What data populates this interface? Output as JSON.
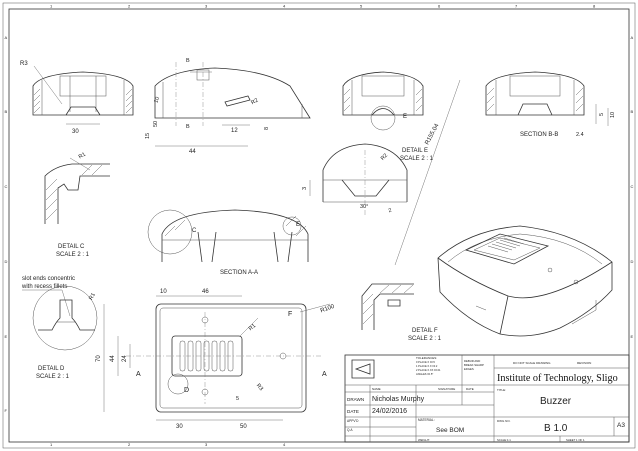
{
  "border": {
    "col_labels": [
      "1",
      "2",
      "3",
      "4",
      "5",
      "6",
      "7",
      "8"
    ],
    "row_labels": [
      "A",
      "B",
      "C",
      "D",
      "E",
      "F"
    ]
  },
  "views": {
    "view1": {
      "dims": [
        "R3",
        "30"
      ]
    },
    "view2": {
      "dims": [
        "B",
        "B",
        "R2",
        "10",
        "12",
        "44",
        "15",
        "50",
        "8"
      ]
    },
    "view3": {
      "dims": [
        "E"
      ]
    },
    "view4": {
      "label": "SECTION B-B",
      "dims": [
        "5",
        "2.4",
        "10"
      ]
    },
    "radius_callout": "R155.04",
    "detail_c": {
      "title": "DETAIL C",
      "scale": "SCALE 2 : 1",
      "dims": [
        "R1"
      ]
    },
    "detail_e": {
      "title": "DETAIL E",
      "scale": "SCALE 2 : 1",
      "dims": [
        "R2",
        "3",
        "30°",
        "2"
      ]
    },
    "section_aa": {
      "label": "SECTION A-A",
      "dims": [
        "C",
        "E"
      ]
    },
    "note": {
      "line1": "slot ends concentric",
      "line2": "with recess fillets",
      "dim": "R1"
    },
    "detail_d": {
      "title": "DETAIL D",
      "scale": "SCALE 2 : 1"
    },
    "detail_f": {
      "title": "DETAIL F",
      "scale": "SCALE 2 : 1"
    },
    "top_view": {
      "dims": [
        "10",
        "46",
        "R1",
        "R100",
        "70",
        "44",
        "24",
        "R3",
        "30",
        "50",
        "5"
      ],
      "labels": [
        "A",
        "A",
        "D",
        "F"
      ]
    }
  },
  "title_block": {
    "tolerances": [
      "TOLERANCES:",
      "0 PLACE X ±0.5",
      "1 PLACE X.X ±0.2",
      "2 PLACE X.XX ±0.01",
      "ANGLES ±0.5°"
    ],
    "deburr": [
      "DEBUR AND",
      "BREAK SHARP",
      "EDGES"
    ],
    "do_not_scale": "DO NOT SCALE DRAWING",
    "revision_label": "REVISION",
    "institution": "Institute of Technology, Sligo",
    "title_label": "TITLE:",
    "title": "Buzzer",
    "name_header": "NAME",
    "signature_header": "SIGNATURE",
    "date_header": "DATE",
    "drawn_label": "DRAWN",
    "drawn_by": "Nicholas Murphy",
    "date_label": "DATE",
    "date": "24/02/2016",
    "apprvd_label": "APPV'D",
    "qa_label": "Q.A",
    "material_label": "MATERIAL:",
    "material": "See BOM",
    "dwg_no_label": "DWG NO.",
    "dwg_no": "B 1.0",
    "size": "A3",
    "weight_label": "WEIGHT:",
    "scale_label": "SCALE:1:1",
    "sheet_label": "SHEET 1 OF 1"
  }
}
